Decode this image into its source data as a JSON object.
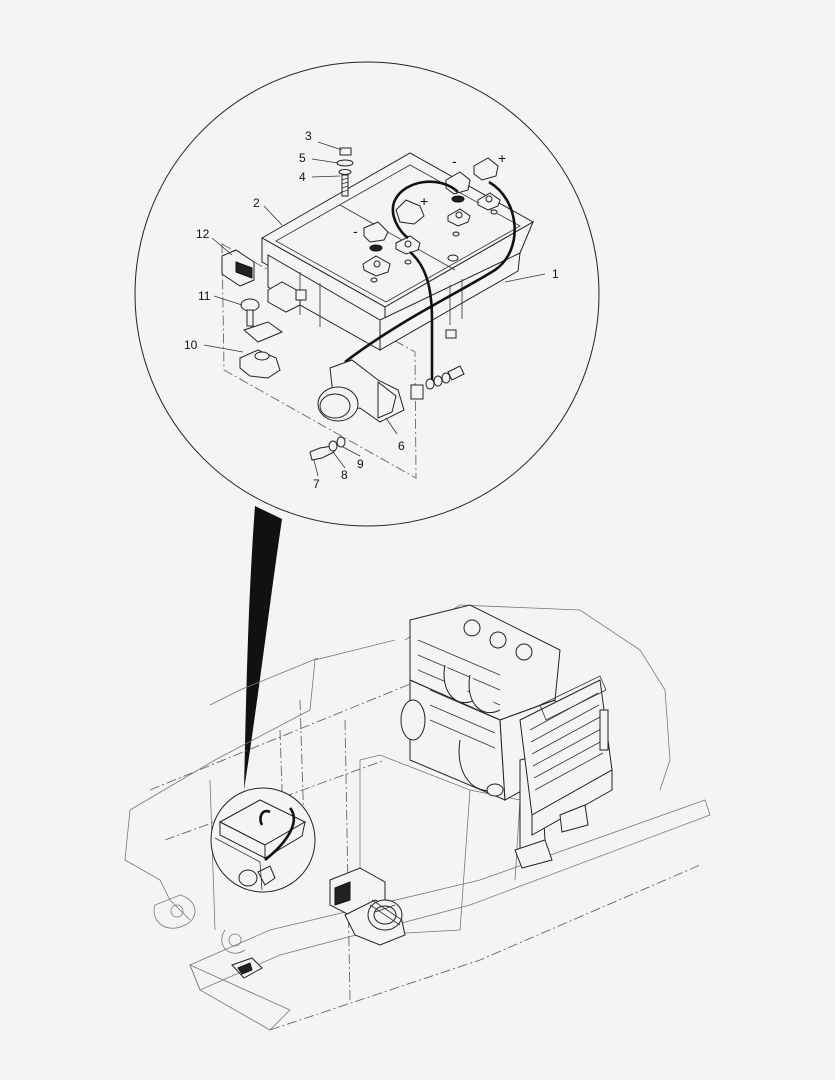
{
  "labels": {
    "part_1": "1",
    "part_2": "2",
    "part_3": "3",
    "part_4": "4",
    "part_5": "5",
    "part_6": "6",
    "part_7": "7",
    "part_8": "8",
    "part_9": "9",
    "part_10": "10",
    "part_11": "11",
    "part_12": "12"
  },
  "terminals": {
    "neg_left": "-",
    "pos_left": "+",
    "neg_right": "-",
    "pos_right": "+"
  }
}
